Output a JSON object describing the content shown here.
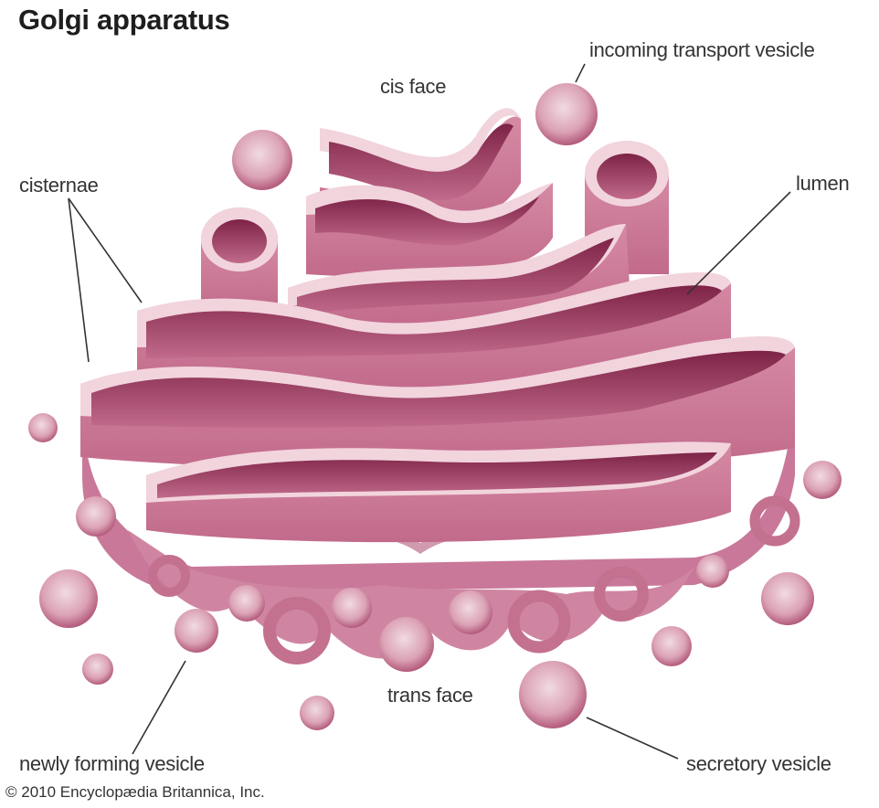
{
  "title": "Golgi apparatus",
  "labels": {
    "cis_face": "cis face",
    "incoming_transport_vesicle": "incoming transport vesicle",
    "cisternae": "cisternae",
    "lumen": "lumen",
    "trans_face": "trans face",
    "newly_forming_vesicle": "newly forming vesicle",
    "secretory_vesicle": "secretory vesicle"
  },
  "credit": "© 2010 Encyclopædia Britannica, Inc.",
  "colors": {
    "membrane": "#c96b8c",
    "membrane_dark": "#8e2f55",
    "membrane_light": "#f2d4dd",
    "vesicle": "#d690a8",
    "leader_line": "#333333",
    "background": "#ffffff"
  }
}
